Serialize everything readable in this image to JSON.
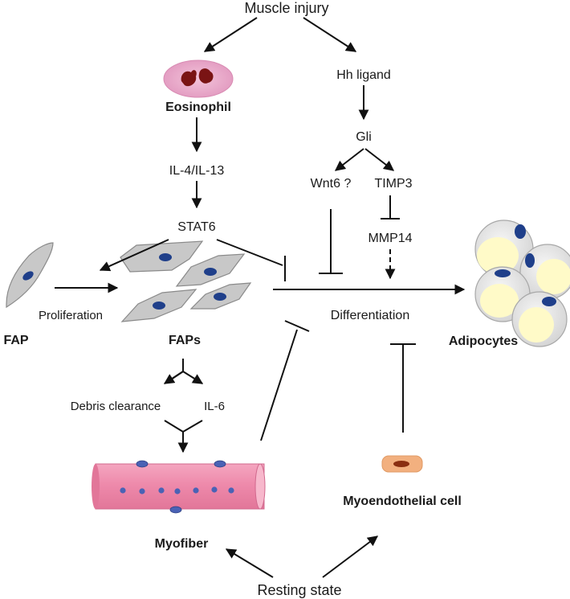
{
  "title": "Muscle injury",
  "bottom_label": "Resting state",
  "nodes": {
    "eosinophil": "Eosinophil",
    "il4_il13": "IL-4/IL-13",
    "stat6": "STAT6",
    "hh_ligand": "Hh ligand",
    "gli": "Gli",
    "wnt6": "Wnt6 ?",
    "timp3": "TIMP3",
    "mmp14": "MMP14",
    "fap": "FAP",
    "proliferation": "Proliferation",
    "faps": "FAPs",
    "differentiation": "Differentiation",
    "adipocytes": "Adipocytes",
    "debris_clearance": "Debris clearance",
    "il6": "IL-6",
    "myofiber": "Myofiber",
    "myoendothelial": "Myoendothelial cell"
  },
  "colors": {
    "eosinophil_bg": "#e7a6c6",
    "eosinophil_granule": "#7a1414",
    "fap_cell": "#c8c8c8",
    "nucleus": "#1f3f8a",
    "adipocyte_outer": "#e8e8e8",
    "adipocyte_lipid": "#fffac8",
    "myofiber": "#ef8fae",
    "myofiber_end": "#f7b8cc",
    "myofiber_nucleus": "#4a62b5",
    "myoendothelial": "#f2b07f",
    "myoendothelial_nucleus": "#8a2e10"
  },
  "edges": [
    {
      "from": "Muscle injury",
      "to": "Eosinophil",
      "type": "activation"
    },
    {
      "from": "Muscle injury",
      "to": "Hh ligand",
      "type": "activation"
    },
    {
      "from": "Eosinophil",
      "to": "IL-4/IL-13",
      "type": "activation"
    },
    {
      "from": "IL-4/IL-13",
      "to": "STAT6",
      "type": "activation"
    },
    {
      "from": "STAT6",
      "to": "FAPs",
      "type": "activation"
    },
    {
      "from": "STAT6",
      "to": "Differentiation",
      "type": "inhibition"
    },
    {
      "from": "Hh ligand",
      "to": "Gli",
      "type": "activation"
    },
    {
      "from": "Gli",
      "to": "Wnt6 ?",
      "type": "activation"
    },
    {
      "from": "Gli",
      "to": "TIMP3",
      "type": "activation"
    },
    {
      "from": "TIMP3",
      "to": "MMP14",
      "type": "inhibition"
    },
    {
      "from": "Wnt6 ?",
      "to": "Differentiation",
      "type": "inhibition"
    },
    {
      "from": "MMP14",
      "to": "Differentiation",
      "type": "activation-dashed"
    },
    {
      "from": "FAP",
      "to": "FAPs",
      "type": "activation"
    },
    {
      "from": "FAPs",
      "to": "Adipocytes",
      "type": "activation"
    },
    {
      "from": "FAPs",
      "to": "Debris clearance",
      "type": "activation"
    },
    {
      "from": "FAPs",
      "to": "IL-6",
      "type": "activation"
    },
    {
      "from": "Debris clearance / IL-6",
      "to": "Myofiber",
      "type": "activation"
    },
    {
      "from": "Myofiber",
      "to": "Differentiation",
      "type": "inhibition"
    },
    {
      "from": "Myoendothelial cell",
      "to": "Differentiation",
      "type": "inhibition"
    },
    {
      "from": "Resting state",
      "to": "Myofiber",
      "type": "activation"
    },
    {
      "from": "Resting state",
      "to": "Myoendothelial cell",
      "type": "activation"
    }
  ]
}
